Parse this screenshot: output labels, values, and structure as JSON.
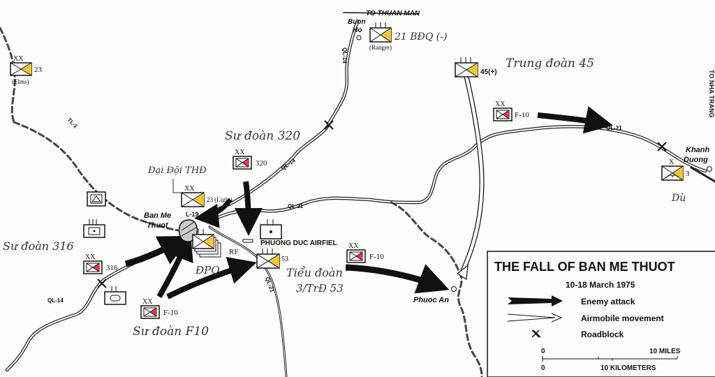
{
  "title": "THE FALL OF BAN ME THUOT",
  "subtitle": "10-18 March 1975",
  "legend": {
    "items": [
      {
        "symbol": "enemy-attack-arrow",
        "label": "Enemy attack"
      },
      {
        "symbol": "airmobile-arrow",
        "label": "Airmobile movement"
      },
      {
        "symbol": "roadblock-x",
        "label": "Roadblock"
      }
    ],
    "scale": {
      "miles_start": "0",
      "miles_end": "10 MILES",
      "km_start": "0",
      "km_end": "10 KILOMETERS"
    }
  },
  "places": {
    "ban_me_thuot": "Ban Me",
    "ban_me_thuot_2": "Thuot",
    "buon_ho": "Buon",
    "buon_ho_2": "Ho",
    "khanh_duong": "Khanh",
    "khanh_duong_2": "Duong",
    "phuoc_an": "Phuoc An",
    "phuong_duc": "PHUONG DUC AIRFIEL",
    "to_thuan_man": "TO THUAN MAN",
    "to_nha_trang": "TO NHA TRANG",
    "l19": "L-19"
  },
  "roads": {
    "ql14_north": "QL-14",
    "ql14_center": "QL-14",
    "ql14_south": "QL-14",
    "ql21_center": "QL 21",
    "ql21_east": "QL-21",
    "ql21_south": "QL-21",
    "tl1": "TL-1"
  },
  "units": {
    "div23_elms": {
      "number": "23",
      "note": "(Elms)"
    },
    "ranger21": {
      "note": "(Ranger)"
    },
    "reg45": {
      "number": "45(+)"
    },
    "f10_ne": {
      "number": "F-10"
    },
    "div320": {
      "number": "320"
    },
    "div23_light": {
      "number": "23 (Light)"
    },
    "rf": {
      "number": "RF"
    },
    "reg53": {
      "number": "53"
    },
    "f10_center": {
      "number": "F-10"
    },
    "div316": {
      "number": "316"
    },
    "f10_sw": {
      "number": "F-10"
    },
    "bde3": {
      "number": "3"
    }
  },
  "annotations": {
    "ranger": "21 BĐQ (-)",
    "reg45": "Trung đoàn 45",
    "div320": "Sư đoàn 320",
    "thd": "Đại Đội THĐ",
    "div316": "Sư đoàn 316",
    "dpq": "ĐPQ",
    "bn3": "Tiểu đoàn",
    "bn3_2": "3/TrĐ 53",
    "f10": "Sư đoàn F10",
    "du": "Dù"
  },
  "colors": {
    "friendly": "#f2c83a",
    "enemy": "#e8364a",
    "ink": "#111111",
    "paper": "#fdfdfb"
  }
}
